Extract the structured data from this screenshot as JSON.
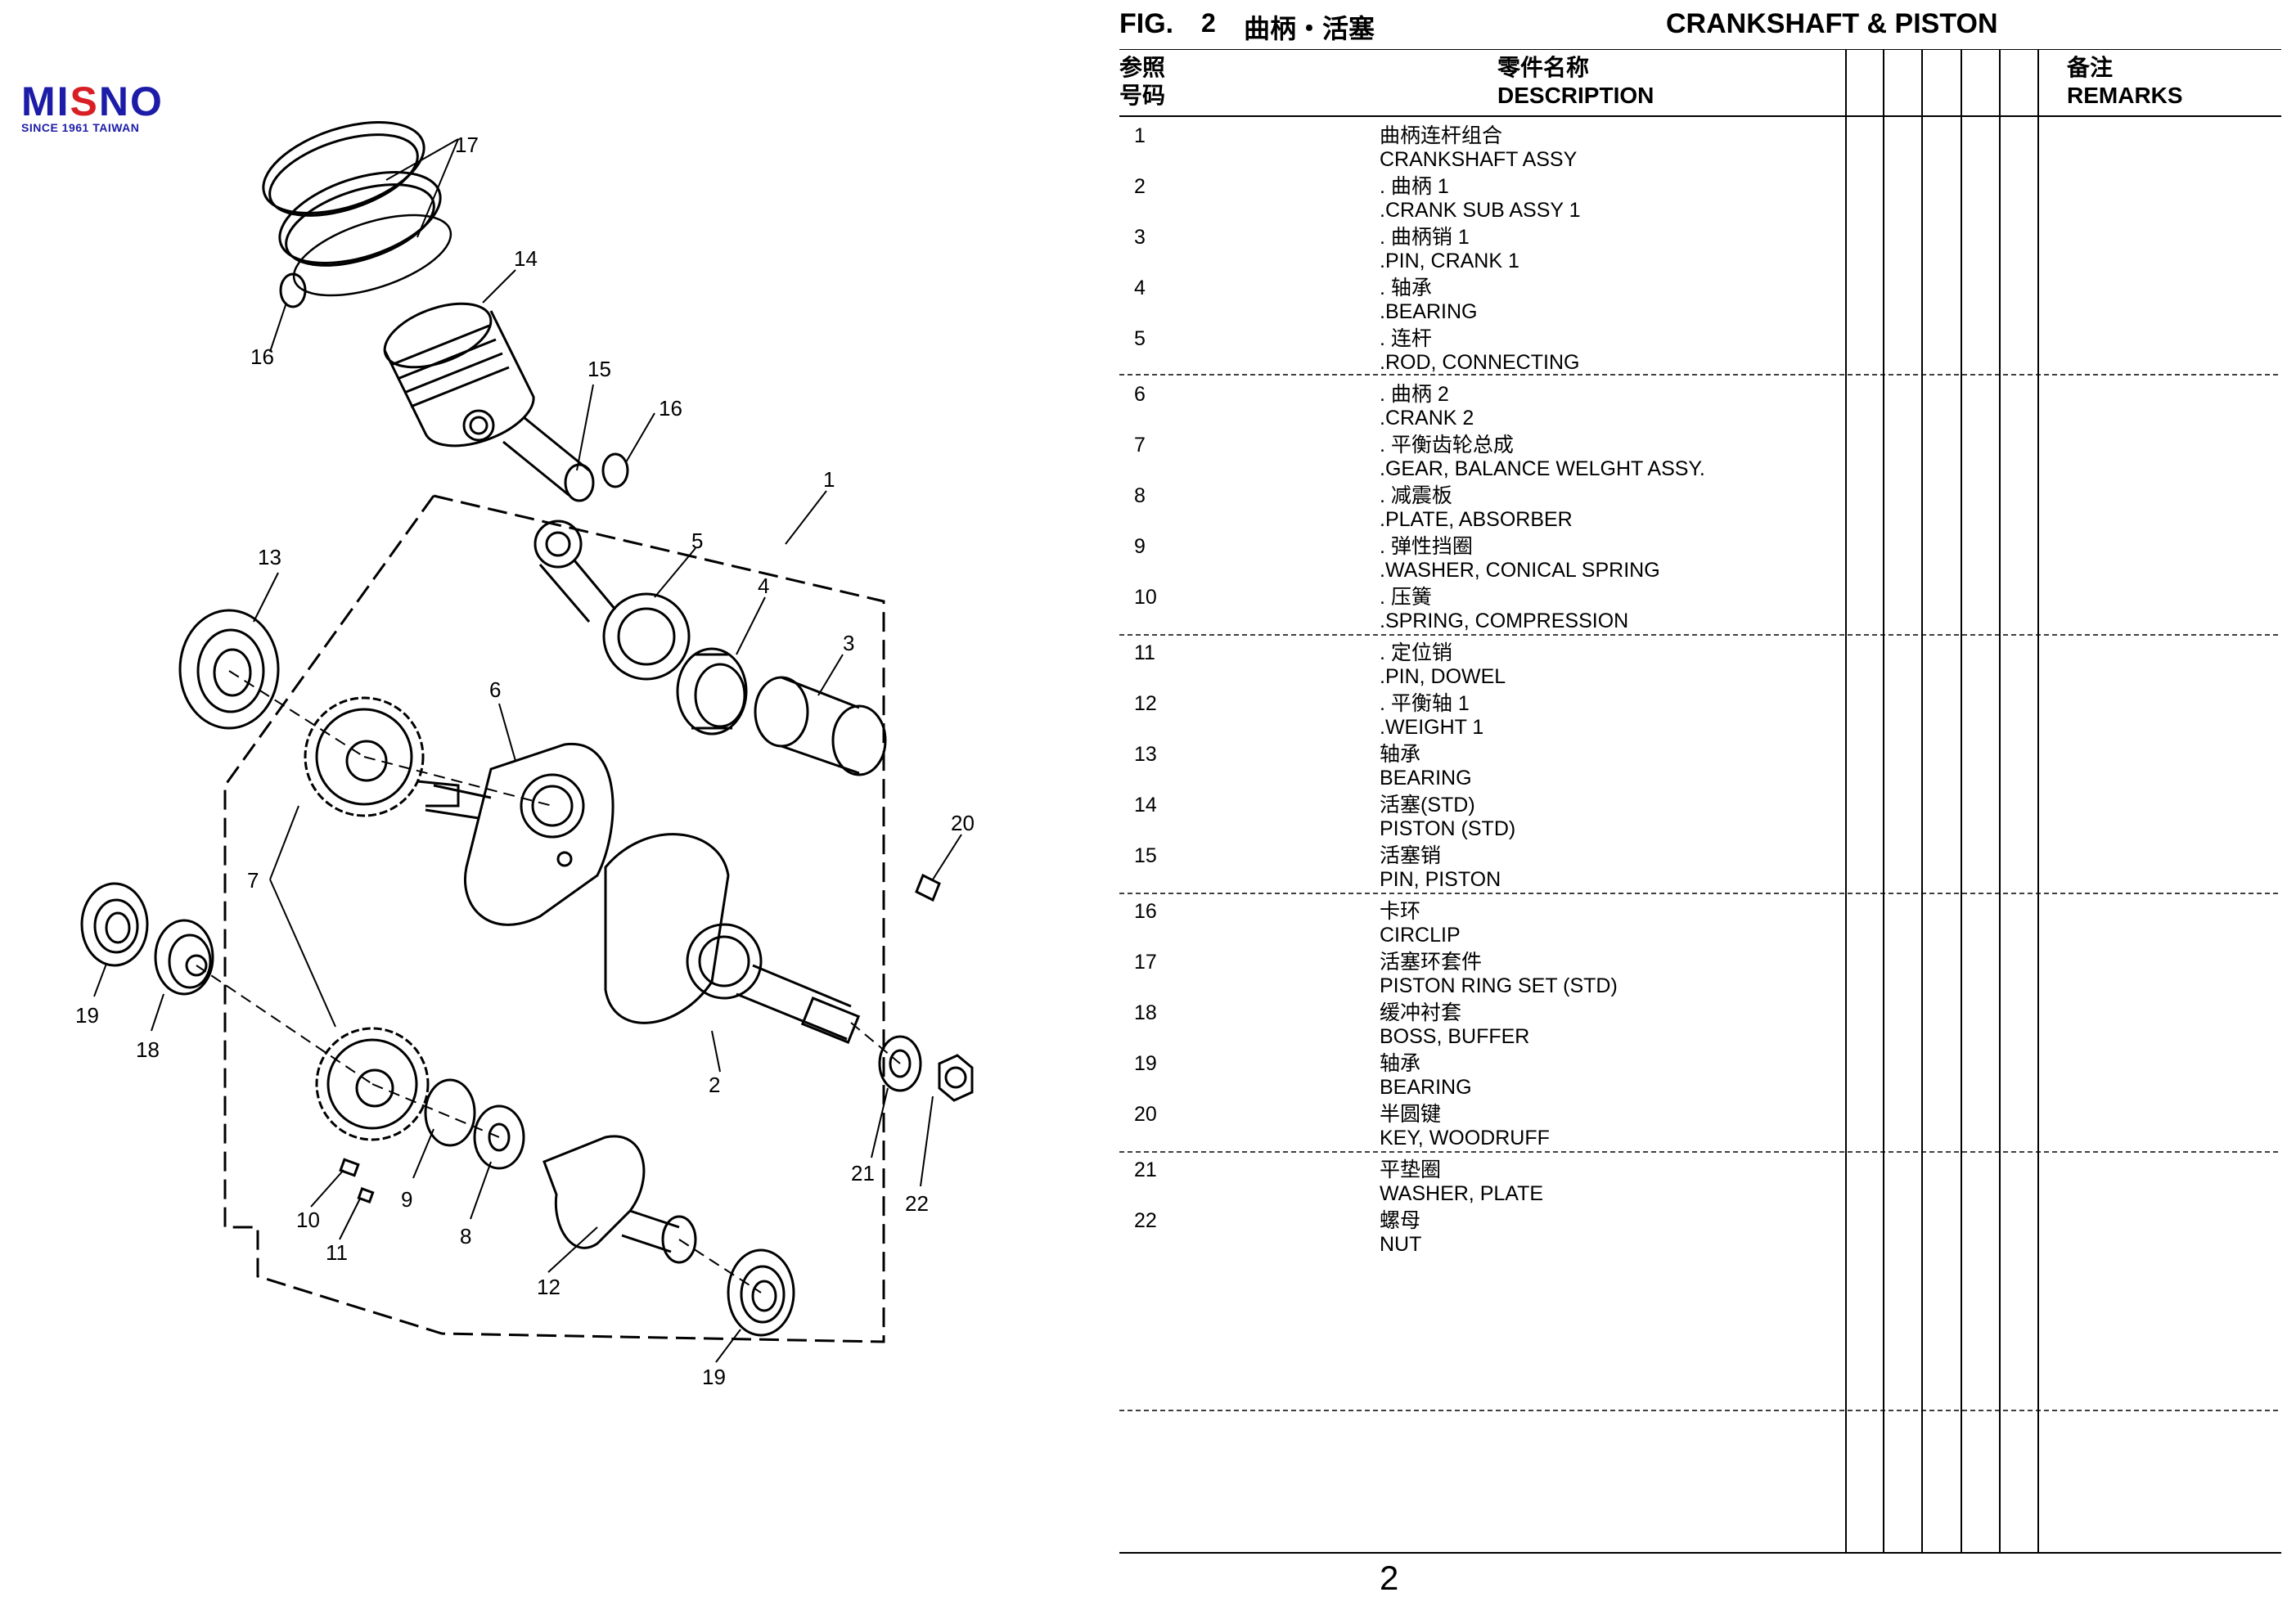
{
  "logo": {
    "brand_part1": "MI",
    "brand_part2": "S",
    "brand_part3": "NO",
    "tagline": "SINCE 1961 TAIWAN"
  },
  "header": {
    "fig_label": "FIG.",
    "fig_number": "2",
    "title_cn": "曲柄・活塞",
    "title_en": "CRANKSHAFT & PISTON"
  },
  "columns": {
    "ref_cn": "参照",
    "ref_cn2": "号码",
    "desc_cn": "零件名称",
    "desc_en": "DESCRIPTION",
    "remarks_cn": "备注",
    "remarks_en": "REMARKS"
  },
  "parts": [
    {
      "no": "1",
      "cn": "曲柄连杆组合",
      "en": "CRANKSHAFT ASSY"
    },
    {
      "no": "2",
      "cn": ". 曲柄 1",
      "en": ".CRANK SUB ASSY 1"
    },
    {
      "no": "3",
      "cn": ". 曲柄销 1",
      "en": ".PIN, CRANK 1"
    },
    {
      "no": "4",
      "cn": ". 轴承",
      "en": ".BEARING"
    },
    {
      "no": "5",
      "cn": ". 连杆",
      "en": ".ROD, CONNECTING"
    },
    {
      "no": "6",
      "cn": ". 曲柄 2",
      "en": ".CRANK 2"
    },
    {
      "no": "7",
      "cn": ". 平衡齿轮总成",
      "en": ".GEAR, BALANCE WELGHT ASSY."
    },
    {
      "no": "8",
      "cn": ". 减震板",
      "en": ".PLATE, ABSORBER"
    },
    {
      "no": "9",
      "cn": ". 弹性挡圈",
      "en": ".WASHER, CONICAL SPRING"
    },
    {
      "no": "10",
      "cn": ". 压簧",
      "en": ".SPRING, COMPRESSION"
    },
    {
      "no": "11",
      "cn": ". 定位销",
      "en": ".PIN, DOWEL"
    },
    {
      "no": "12",
      "cn": ". 平衡轴 1",
      "en": ".WEIGHT 1"
    },
    {
      "no": "13",
      "cn": "轴承",
      "en": "BEARING"
    },
    {
      "no": "14",
      "cn": "活塞(STD)",
      "en": "PISTON (STD)"
    },
    {
      "no": "15",
      "cn": "活塞销",
      "en": "PIN, PISTON"
    },
    {
      "no": "16",
      "cn": "卡环",
      "en": "CIRCLIP"
    },
    {
      "no": "17",
      "cn": "活塞环套件",
      "en": "PISTON RING SET (STD)"
    },
    {
      "no": "18",
      "cn": "缓冲衬套",
      "en": "BOSS, BUFFER"
    },
    {
      "no": "19",
      "cn": "轴承",
      "en": "BEARING"
    },
    {
      "no": "20",
      "cn": "半圆键",
      "en": "KEY, WOODRUFF"
    },
    {
      "no": "21",
      "cn": "平垫圈",
      "en": "WASHER, PLATE"
    },
    {
      "no": "22",
      "cn": "螺母",
      "en": "NUT"
    }
  ],
  "callouts": [
    "1",
    "2",
    "3",
    "4",
    "5",
    "6",
    "7",
    "8",
    "9",
    "10",
    "11",
    "12",
    "13",
    "14",
    "15",
    "16",
    "16",
    "17",
    "18",
    "19",
    "19",
    "20",
    "21",
    "22"
  ],
  "page_number": "2"
}
